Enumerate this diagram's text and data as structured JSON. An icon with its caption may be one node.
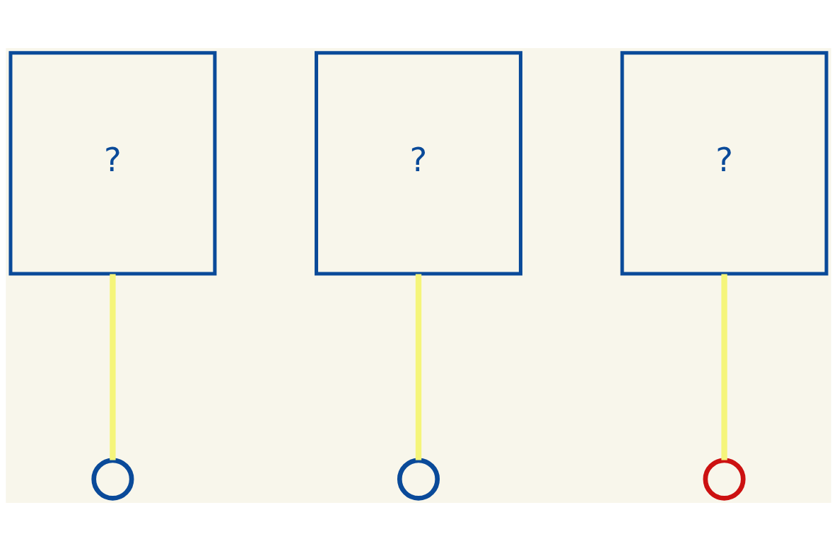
{
  "diagram": {
    "nodes": [
      {
        "text": [
          "?"
        ]
      },
      {
        "text": [
          "?"
        ]
      },
      {
        "text": [
          "?"
        ]
      },
      {
        "text": [],
        "shape": "circle"
      },
      {
        "text": [],
        "shape": "circle"
      },
      {
        "text": [],
        "shape": "circle"
      }
    ],
    "edges": [
      {
        "from": 0,
        "to": 3,
        "arrow": "none",
        "color": "#f5f57a"
      },
      {
        "from": 1,
        "to": 4,
        "arrow": "none",
        "color": "#f5f57a"
      },
      {
        "from": 2,
        "to": 5,
        "arrow": "none",
        "color": "#f5f57a"
      }
    ]
  }
}
